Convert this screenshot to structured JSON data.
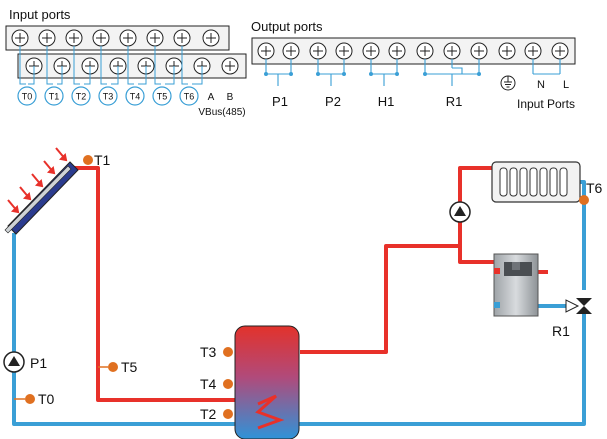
{
  "input_ports": {
    "title": "Input ports",
    "terminals": [
      "T0",
      "T1",
      "T2",
      "T3",
      "T4",
      "T5",
      "T6"
    ],
    "bus_pins": [
      "A",
      "B"
    ],
    "bus_label": "VBus(485)"
  },
  "output_ports": {
    "title": "Output ports",
    "groups": [
      "P1",
      "P2",
      "H1",
      "R1"
    ],
    "earth_symbol": "⏚",
    "power_pins": [
      "N",
      "L"
    ],
    "power_label": "Input Ports"
  },
  "system": {
    "collector_sensor": "T1",
    "radiator_sensor": "T6",
    "pump_collector": "P1",
    "collector_return_sensor": "T0",
    "mid_sensor": "T5",
    "tank_sensors": [
      "T3",
      "T4",
      "T2"
    ],
    "valve": "R1"
  },
  "colors": {
    "hot": "#e8312a",
    "cold": "#3a9fd6",
    "sensor": "#e07020",
    "metal": "#cfd3d6",
    "panel_dark": "#2d3e9a"
  }
}
